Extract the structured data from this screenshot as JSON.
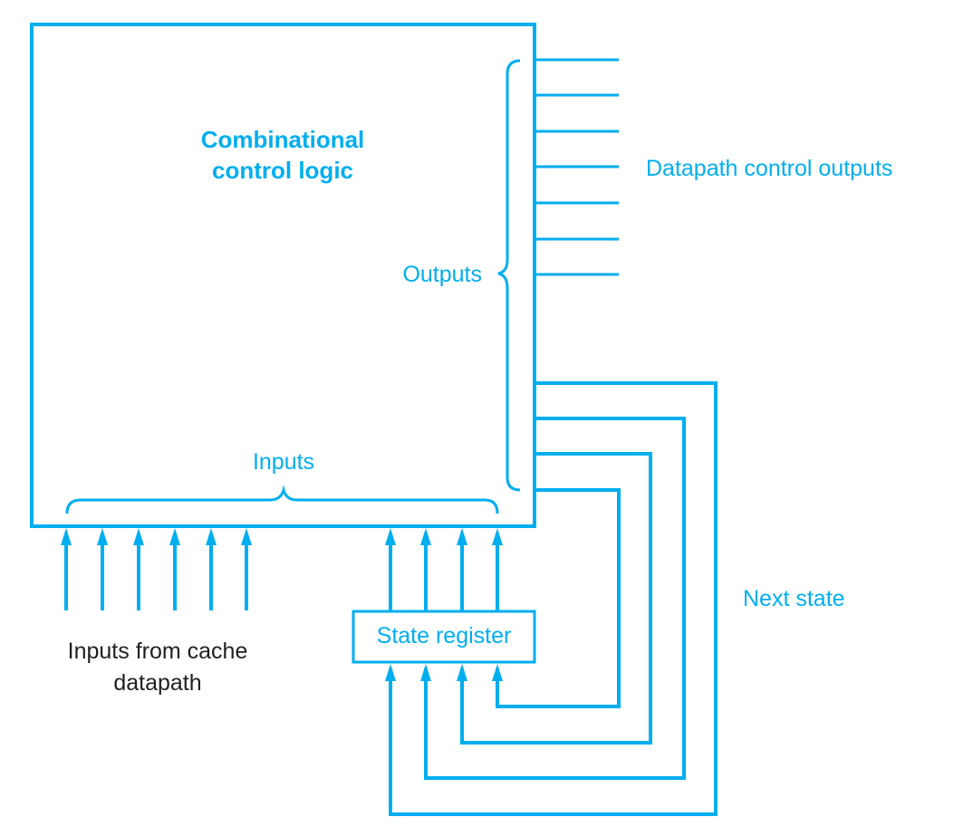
{
  "colors": {
    "accent": "#00aeef",
    "dark_text": "#231f20",
    "background": "#ffffff"
  },
  "blocks": {
    "control_logic": {
      "title_line1": "Combinational",
      "title_line2": "control logic"
    },
    "state_register": {
      "label": "State register"
    }
  },
  "labels": {
    "outputs": "Outputs",
    "inputs": "Inputs",
    "datapath_control_outputs": "Datapath control outputs",
    "next_state": "Next state",
    "inputs_from_cache_line1": "Inputs from cache",
    "inputs_from_cache_line2": "datapath"
  },
  "signals": {
    "datapath_control_output_count": 7,
    "cache_input_count": 6,
    "state_bit_count": 4,
    "next_state_line_count": 4
  }
}
